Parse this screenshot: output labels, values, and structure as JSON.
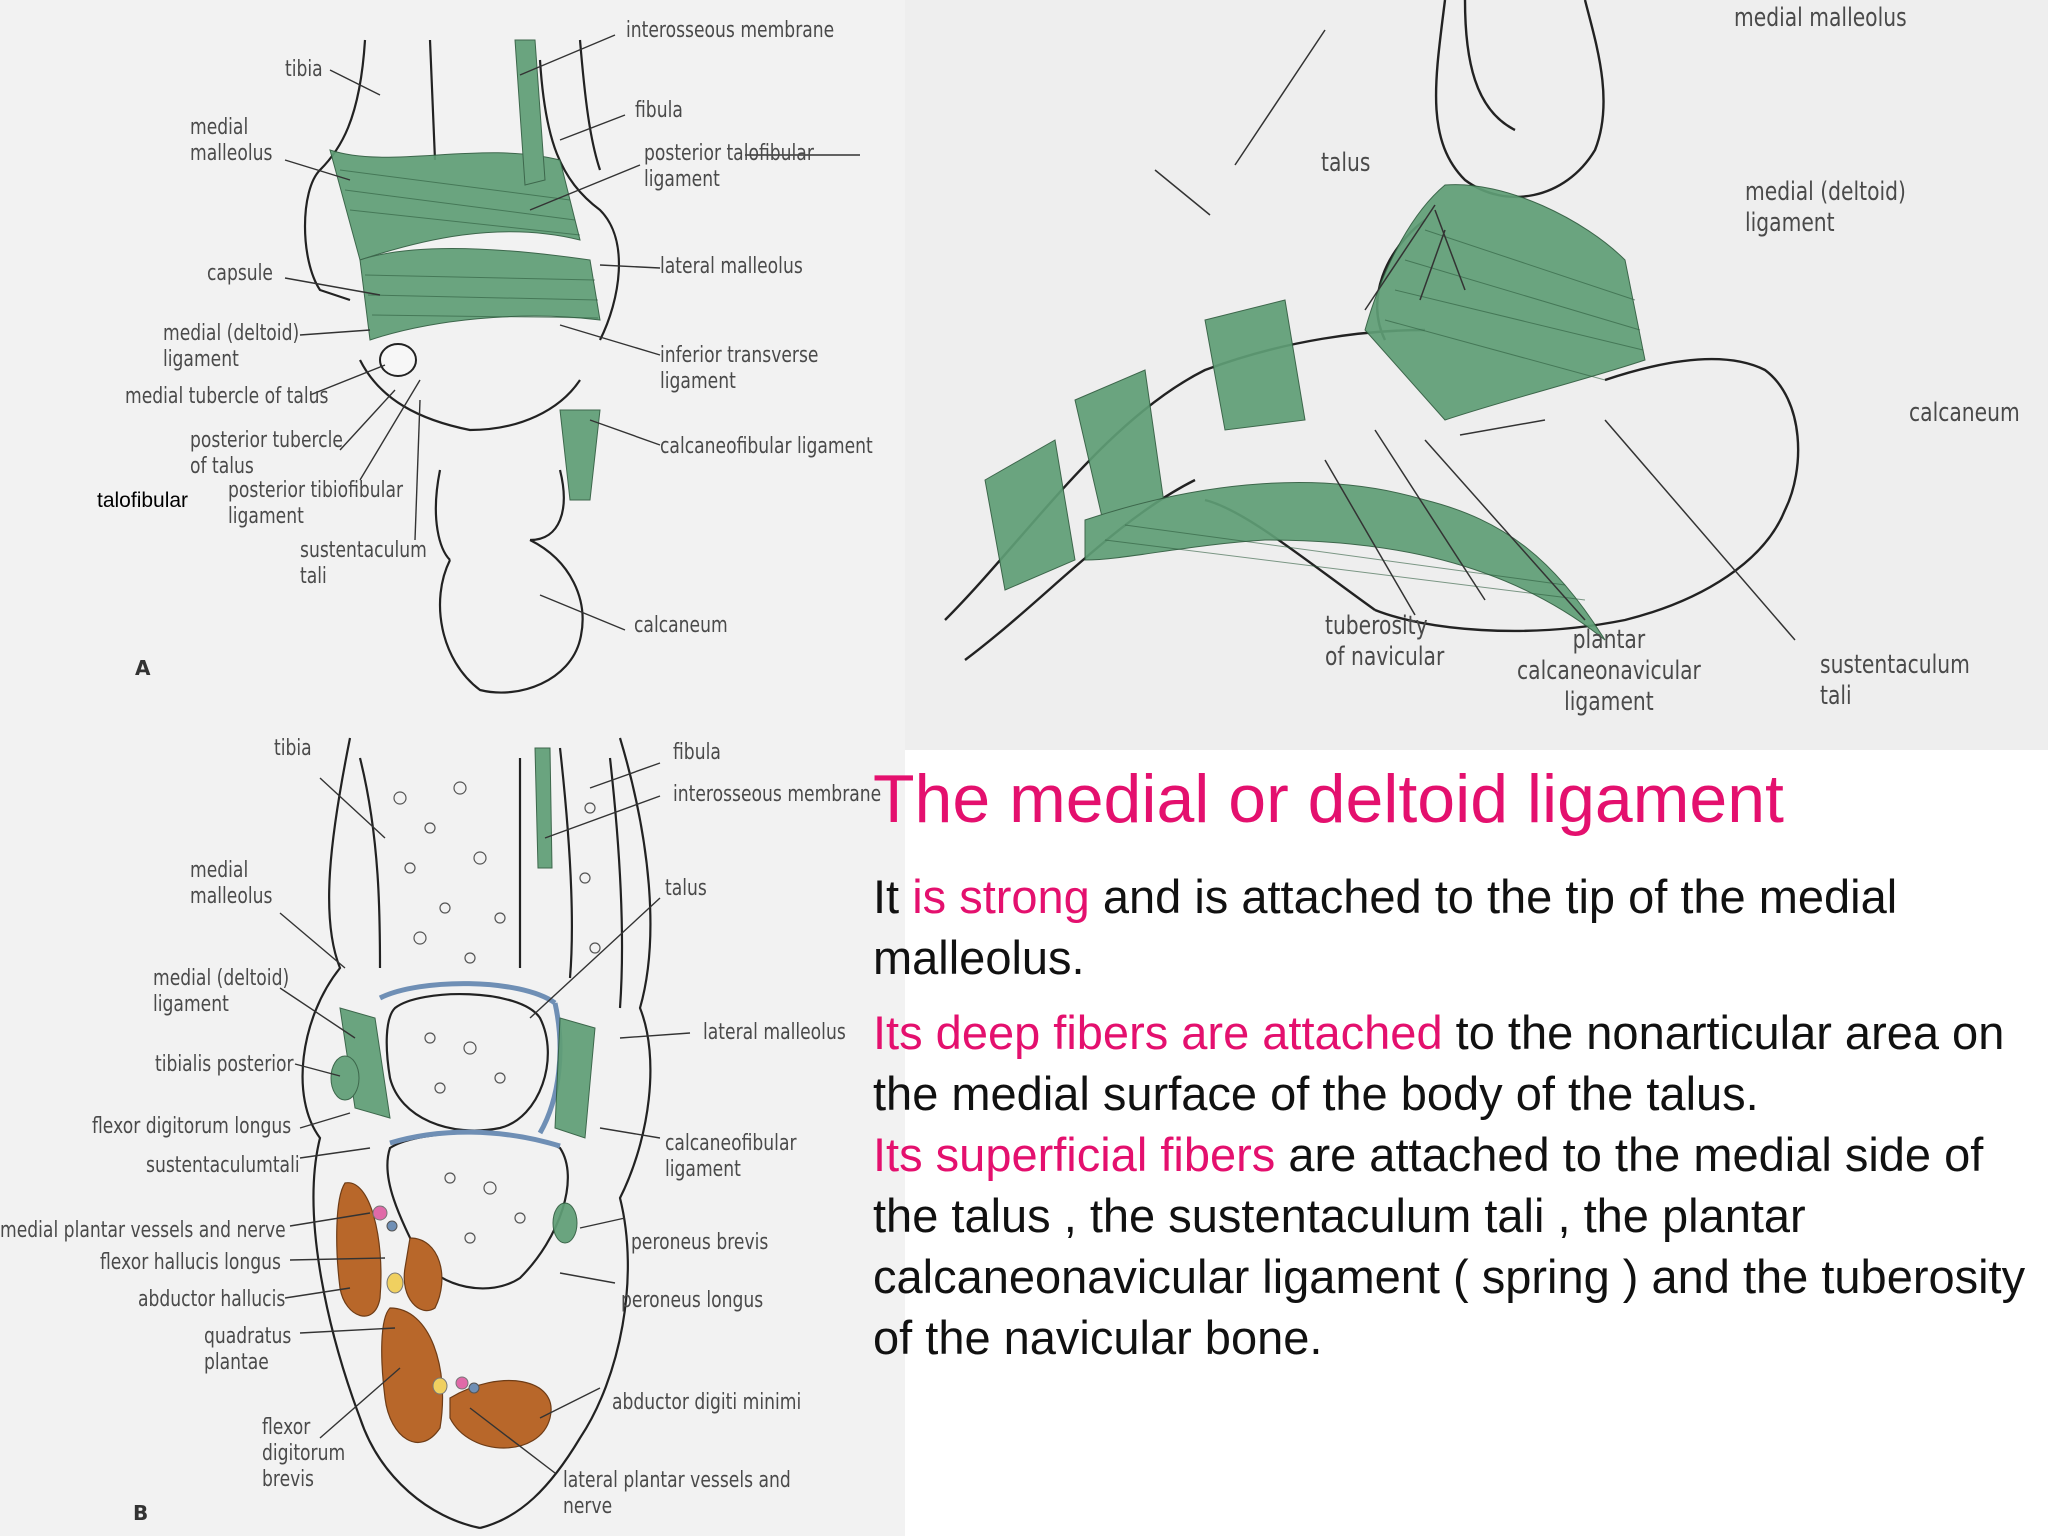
{
  "slide": {
    "title": "The medial or deltoid ligament",
    "paragraph1": {
      "p1": "It ",
      "h1": "is strong",
      "p2": " and is attached to the tip of the medial malleolus."
    },
    "paragraph2": {
      "h1": "Its deep fibers are attached",
      "p1": " to the nonarticular area on the medial surface of the body of the talus.",
      "h2": "Its superficial fibers",
      "p2": " are  attached to the medial side of the talus , the sustentaculum tali , the plantar calcaneonavicular ligament ( spring ) and the tuberosity of the navicular bone."
    }
  },
  "figureA": {
    "letter": "A",
    "labels": {
      "tibia": "tibia",
      "interosseous": "interosseous membrane",
      "fibula": "fibula",
      "medial_malleolus": "medial\nmalleolus",
      "post_talofib": "posterior talofibular\nligament",
      "capsule": "capsule",
      "lateral_malleolus": "lateral malleolus",
      "medial_deltoid": "medial (deltoid)\nligament",
      "medial_tubercle": "medial tubercle of talus",
      "inferior_transverse": "inferior transverse\nligament",
      "posterior_tubercle": "posterior tubercle\nof talus",
      "calcaneofibular": "calcaneofibular ligament",
      "post_tibiofib": "posterior tibiofibular\nligament",
      "sustentaculum": "sustentaculum\ntali",
      "calcaneum": "calcaneum"
    },
    "overlay_tibiofibular": "tibiofibular",
    "overlay_talofibular": "talofibular"
  },
  "figureC": {
    "labels": {
      "medial_malleolus": "medial malleolus",
      "talus": "talus",
      "medial_deltoid": "medial (deltoid)\nligament",
      "calcaneum": "calcaneum",
      "tuberosity": "tuberosity\nof navicular",
      "plantar": "plantar\ncalcaneonavicular\nligament",
      "sustentaculum": "sustentaculum\ntali"
    }
  },
  "figureB": {
    "letter": "B",
    "labels": {
      "tibia": "tibia",
      "fibula": "fibula",
      "interosseous": "interosseous membrane",
      "medial_malleolus": "medial\nmalleolus",
      "talus": "talus",
      "medial_deltoid": "medial (deltoid)\nligament",
      "lateral_malleolus": "lateral malleolus",
      "tibialis_posterior": "tibialis posterior",
      "flexor_dig_longus": "flexor digitorum longus",
      "sustentaculum": "sustentaculumtali",
      "calcaneofibular": "calcaneofibular\nligament",
      "medial_plantar": "medial plantar vessels and nerve",
      "flexor_hallucis": "flexor hallucis longus",
      "peroneus_brevis": "peroneus brevis",
      "abductor_hallucis": "abductor hallucis",
      "peroneus_longus": "peroneus longus",
      "quadratus": "quadratus\nplantae",
      "abductor_digiti": "abductor digiti minimi",
      "flexor_dig_brevis": "flexor\ndigitorum\nbrevis",
      "lateral_plantar": "lateral plantar vessels and\nnerve"
    }
  },
  "colors": {
    "accent": "#e4106e",
    "ligament_green": "#5f9e76",
    "muscle_brown": "#b8672a",
    "cartilage_blue": "#6f8fb5"
  }
}
